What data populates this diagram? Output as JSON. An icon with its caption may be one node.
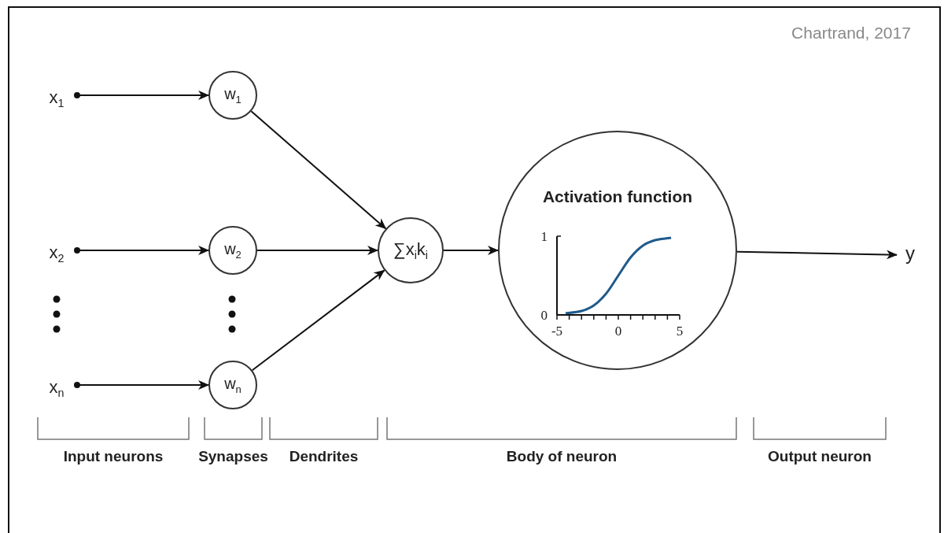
{
  "diagram": {
    "nodes": [
      {
        "text": [
          "x$_{1}$"
        ]
      },
      {
        "text": [
          "x$_{2}$"
        ]
      },
      {
        "text": [
          "x$_{n}$"
        ]
      },
      {
        "text": [
          "w$_{1}$"
        ]
      },
      {
        "text": [
          "w$_{2}$"
        ]
      },
      {
        "text": [
          "w$_{n}$"
        ]
      },
      {
        "text": [
          "∑x$_{i}$k$_{i}$"
        ]
      },
      {
        "text": [
          "Activation function"
        ]
      },
      {
        "text": [
          "y"
        ]
      }
    ],
    "edges": [
      {
        "from": 0,
        "to": 3,
        "arrow": "to"
      },
      {
        "from": 1,
        "to": 4,
        "arrow": "to"
      },
      {
        "from": 2,
        "to": 5,
        "arrow": "to"
      },
      {
        "from": 3,
        "to": 6,
        "arrow": "to"
      },
      {
        "from": 4,
        "to": 6,
        "arrow": "to"
      },
      {
        "from": 5,
        "to": 6,
        "arrow": "to"
      },
      {
        "from": 6,
        "to": 7,
        "arrow": "to"
      },
      {
        "from": 7,
        "to": 8,
        "arrow": "to"
      }
    ],
    "labels": [
      "Chartrand, 2017",
      "Input neurons",
      "Synapses",
      "Dendrites",
      "Body of neuron",
      "Output neuron"
    ],
    "chart_data": {
      "type": "line",
      "x": [
        -4.3,
        -3,
        -2,
        -1,
        0,
        1,
        2,
        3,
        4.3
      ],
      "series": [
        {
          "color": "#1f5a8c",
          "values": [
            0.02,
            0.05,
            0.12,
            0.27,
            0.5,
            0.73,
            0.88,
            0.95,
            0.98
          ]
        }
      ],
      "xlim": [
        -5,
        5
      ],
      "ylim": [
        0,
        1
      ],
      "xticks": [
        -5,
        0,
        5
      ],
      "yticks": [
        0,
        1
      ]
    }
  }
}
